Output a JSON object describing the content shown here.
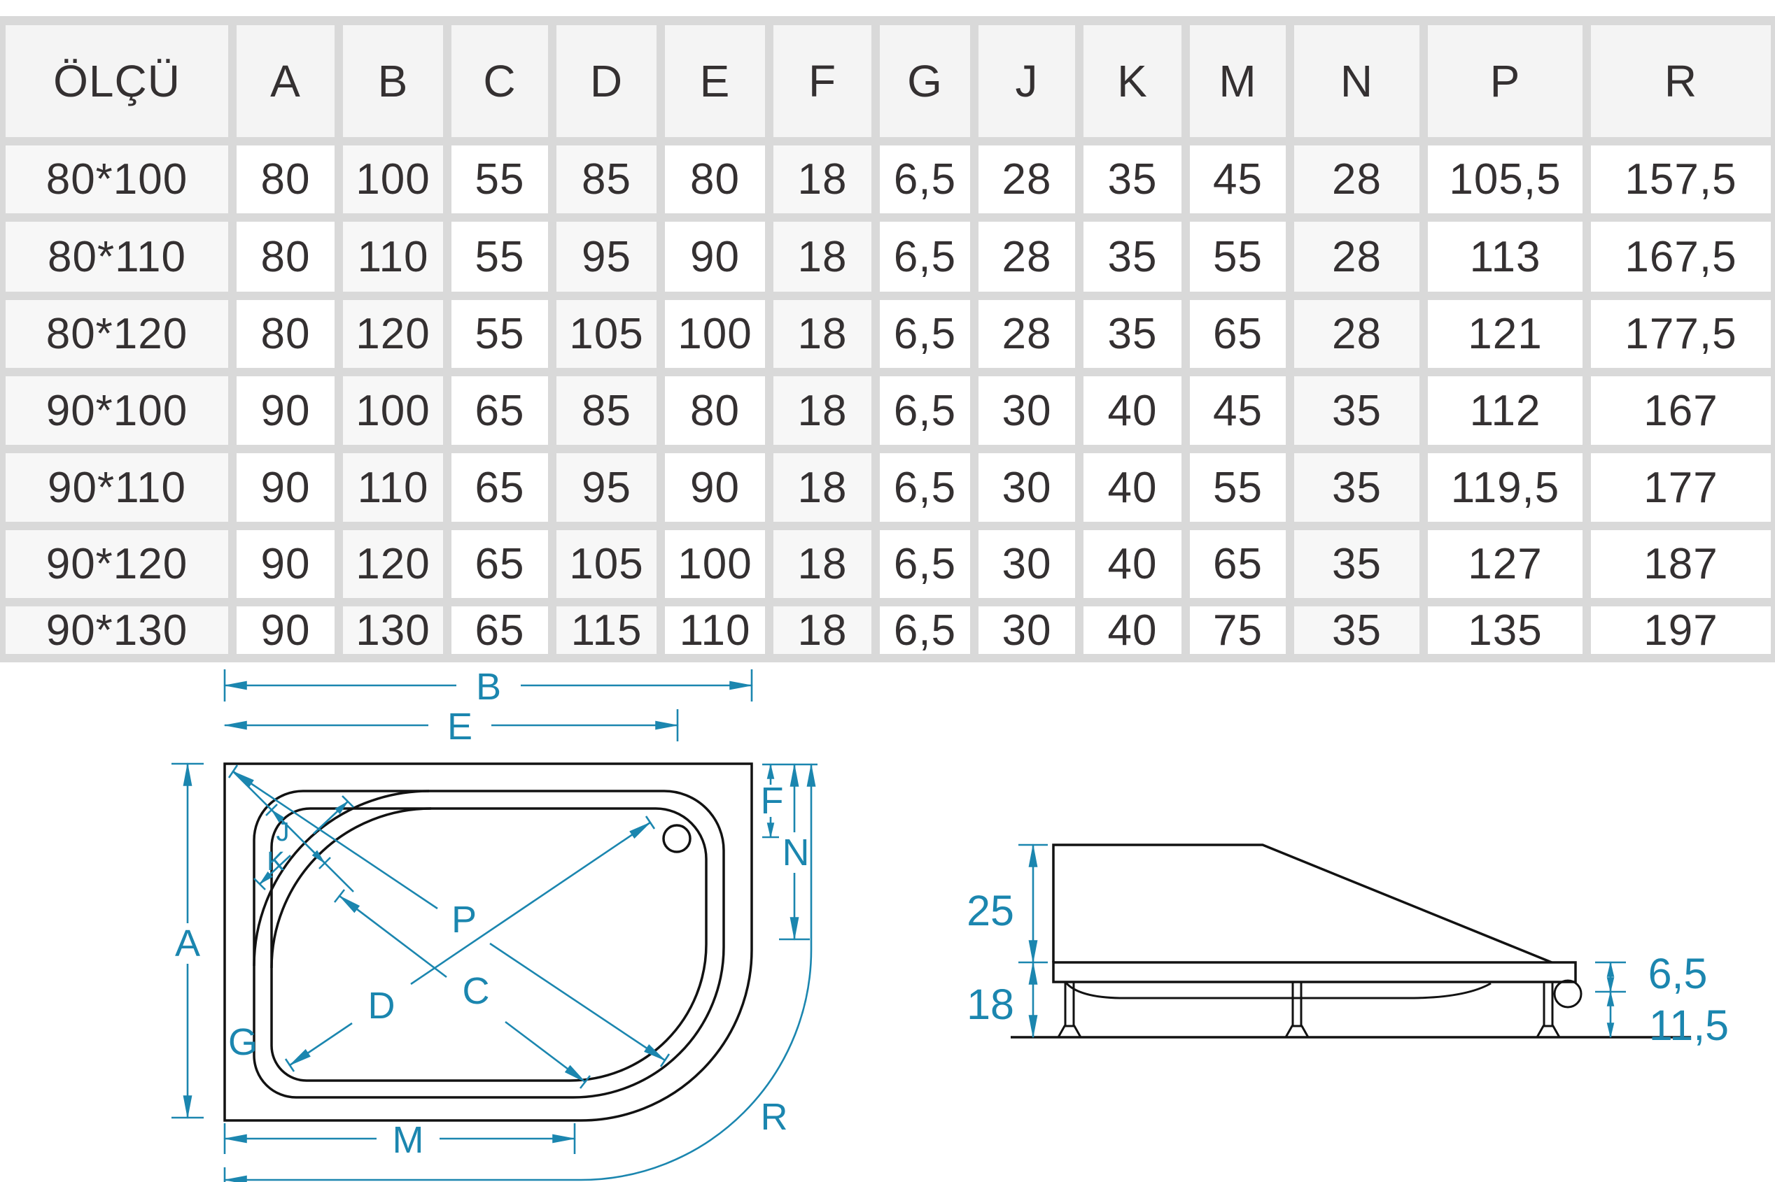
{
  "table": {
    "columns": [
      "ÖLÇÜ",
      "A",
      "B",
      "C",
      "D",
      "E",
      "F",
      "G",
      "J",
      "K",
      "M",
      "N",
      "P",
      "R"
    ],
    "shaded_column_indexes": [
      0,
      2,
      4,
      6,
      11
    ],
    "rows": [
      {
        "size": "80*100",
        "values": [
          "80",
          "100",
          "55",
          "85",
          "80",
          "18",
          "6,5",
          "28",
          "35",
          "45",
          "28",
          "105,5",
          "157,5"
        ]
      },
      {
        "size": "80*110",
        "values": [
          "80",
          "110",
          "55",
          "95",
          "90",
          "18",
          "6,5",
          "28",
          "35",
          "55",
          "28",
          "113",
          "167,5"
        ]
      },
      {
        "size": "80*120",
        "values": [
          "80",
          "120",
          "55",
          "105",
          "100",
          "18",
          "6,5",
          "28",
          "35",
          "65",
          "28",
          "121",
          "177,5"
        ]
      },
      {
        "size": "90*100",
        "values": [
          "90",
          "100",
          "65",
          "85",
          "80",
          "18",
          "6,5",
          "30",
          "40",
          "45",
          "35",
          "112",
          "167"
        ]
      },
      {
        "size": "90*110",
        "values": [
          "90",
          "110",
          "65",
          "95",
          "90",
          "18",
          "6,5",
          "30",
          "40",
          "55",
          "35",
          "119,5",
          "177"
        ]
      },
      {
        "size": "90*120",
        "values": [
          "90",
          "120",
          "65",
          "105",
          "100",
          "18",
          "6,5",
          "30",
          "40",
          "65",
          "35",
          "127",
          "187"
        ]
      },
      {
        "size": "90*130",
        "values": [
          "90",
          "130",
          "65",
          "115",
          "110",
          "18",
          "6,5",
          "30",
          "40",
          "75",
          "35",
          "135",
          "197"
        ]
      }
    ]
  },
  "plan_view": {
    "labels": {
      "B": "B",
      "E": "E",
      "A": "A",
      "F": "F",
      "N": "N",
      "J": "J",
      "K": "K",
      "P": "P",
      "C": "C",
      "D": "D",
      "G": "G",
      "M": "M",
      "R": "R"
    }
  },
  "side_view": {
    "height_top": "25",
    "height_legs": "18",
    "rim_thickness": "6,5",
    "foot_height": "11,5"
  },
  "colors": {
    "accent": "#1b86af",
    "drawing_line": "#121212",
    "table_gap": "#d9d9d9",
    "header_bg": "#f4f4f4",
    "shade_bg": "#f7f7f7",
    "text": "#343031"
  }
}
